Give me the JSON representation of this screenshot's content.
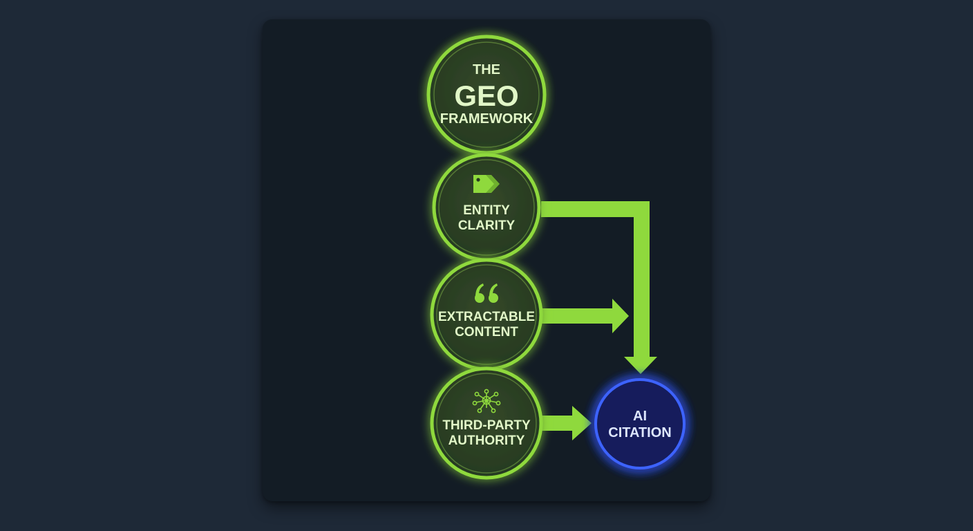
{
  "diagram": {
    "title": {
      "line1": "THE",
      "line2": "GEO",
      "line3": "FRAMEWORK"
    },
    "nodes": [
      {
        "line1": "ENTITY",
        "line2": "CLARITY",
        "icon": "tag-icon"
      },
      {
        "line1": "EXTRACTABLE",
        "line2": "CONTENT",
        "icon": "quote-icon"
      },
      {
        "line1": "THIRD-PARTY",
        "line2": "AUTHORITY",
        "icon": "network-icon"
      }
    ],
    "target": {
      "line1": "AI",
      "line2": "CITATION"
    },
    "colors": {
      "green": "#8fd93d",
      "node_fill": "#2c3f22",
      "blue": "#3b5cff",
      "target_fill": "#121f5c"
    }
  }
}
